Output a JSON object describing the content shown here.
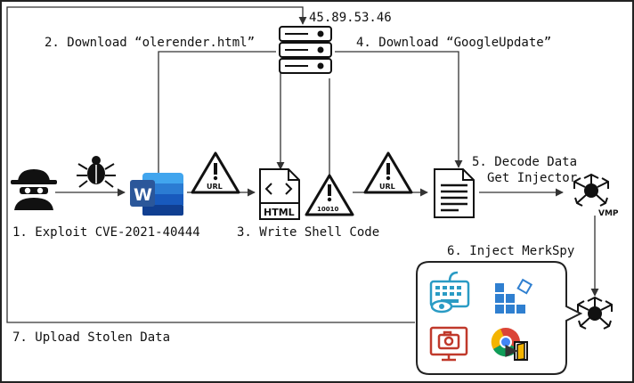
{
  "server": {
    "ip": "45.89.53.46"
  },
  "steps": {
    "s1": "1. Exploit CVE-2021-40444",
    "s2": "2. Download “olerender.html”",
    "s3": "3. Write Shell Code",
    "s4": "4. Download “GoogleUpdate”",
    "s5a": "5. Decode Data",
    "s5b": "Get Injector",
    "s6": "6. Inject MerkSpy",
    "s7": "7. Upload Stolen Data"
  },
  "badges": {
    "url_a": "URL",
    "url_b": "URL",
    "bin": "10010",
    "html": "HTML",
    "word": "W",
    "vmp": "VMP"
  },
  "colors": {
    "line": "#333333",
    "word_blue": "#2b579a",
    "word_light": "#41a5ee",
    "tile_blue": "#2f7fd0",
    "camera_red": "#c0392b",
    "chrome_red": "#db4437",
    "chrome_yellow": "#f4b400",
    "chrome_green": "#0f9d58",
    "chrome_blue": "#4285f4"
  }
}
